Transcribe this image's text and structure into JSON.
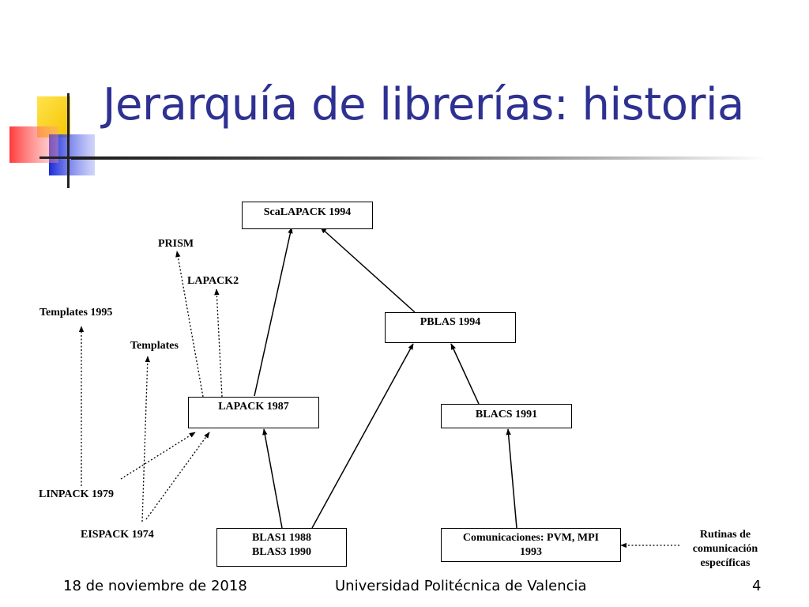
{
  "slide": {
    "title": "Jerarquía de librerías: historia"
  },
  "diagram": {
    "boxes": {
      "scalapack": "ScaLAPACK 1994",
      "pblas": "PBLAS 1994",
      "lapack": "LAPACK 1987",
      "blacs": "BLACS 1991",
      "blas_line1": "BLAS1  1988",
      "blas_line2": "BLAS3 1990",
      "comm_line1": "Comunicaciones: PVM, MPI",
      "comm_line2": "1993"
    },
    "labels": {
      "prism": "PRISM",
      "lapack2": "LAPACK2",
      "templates1995": "Templates 1995",
      "templates": "Templates",
      "linpack": "LINPACK 1979",
      "eispack": "EISPACK 1974",
      "rutinas_line1": "Rutinas de",
      "rutinas_line2": "comunicación",
      "rutinas_line3": "específicas"
    }
  },
  "footer": {
    "date": "18 de noviembre de 2018",
    "institution": "Universidad Politécnica de Valencia",
    "page": "4"
  },
  "colors": {
    "title": "#2E3192",
    "logo_yellow": "#FFD700",
    "logo_red": "#F03C3C",
    "logo_blue": "#2233CC"
  }
}
